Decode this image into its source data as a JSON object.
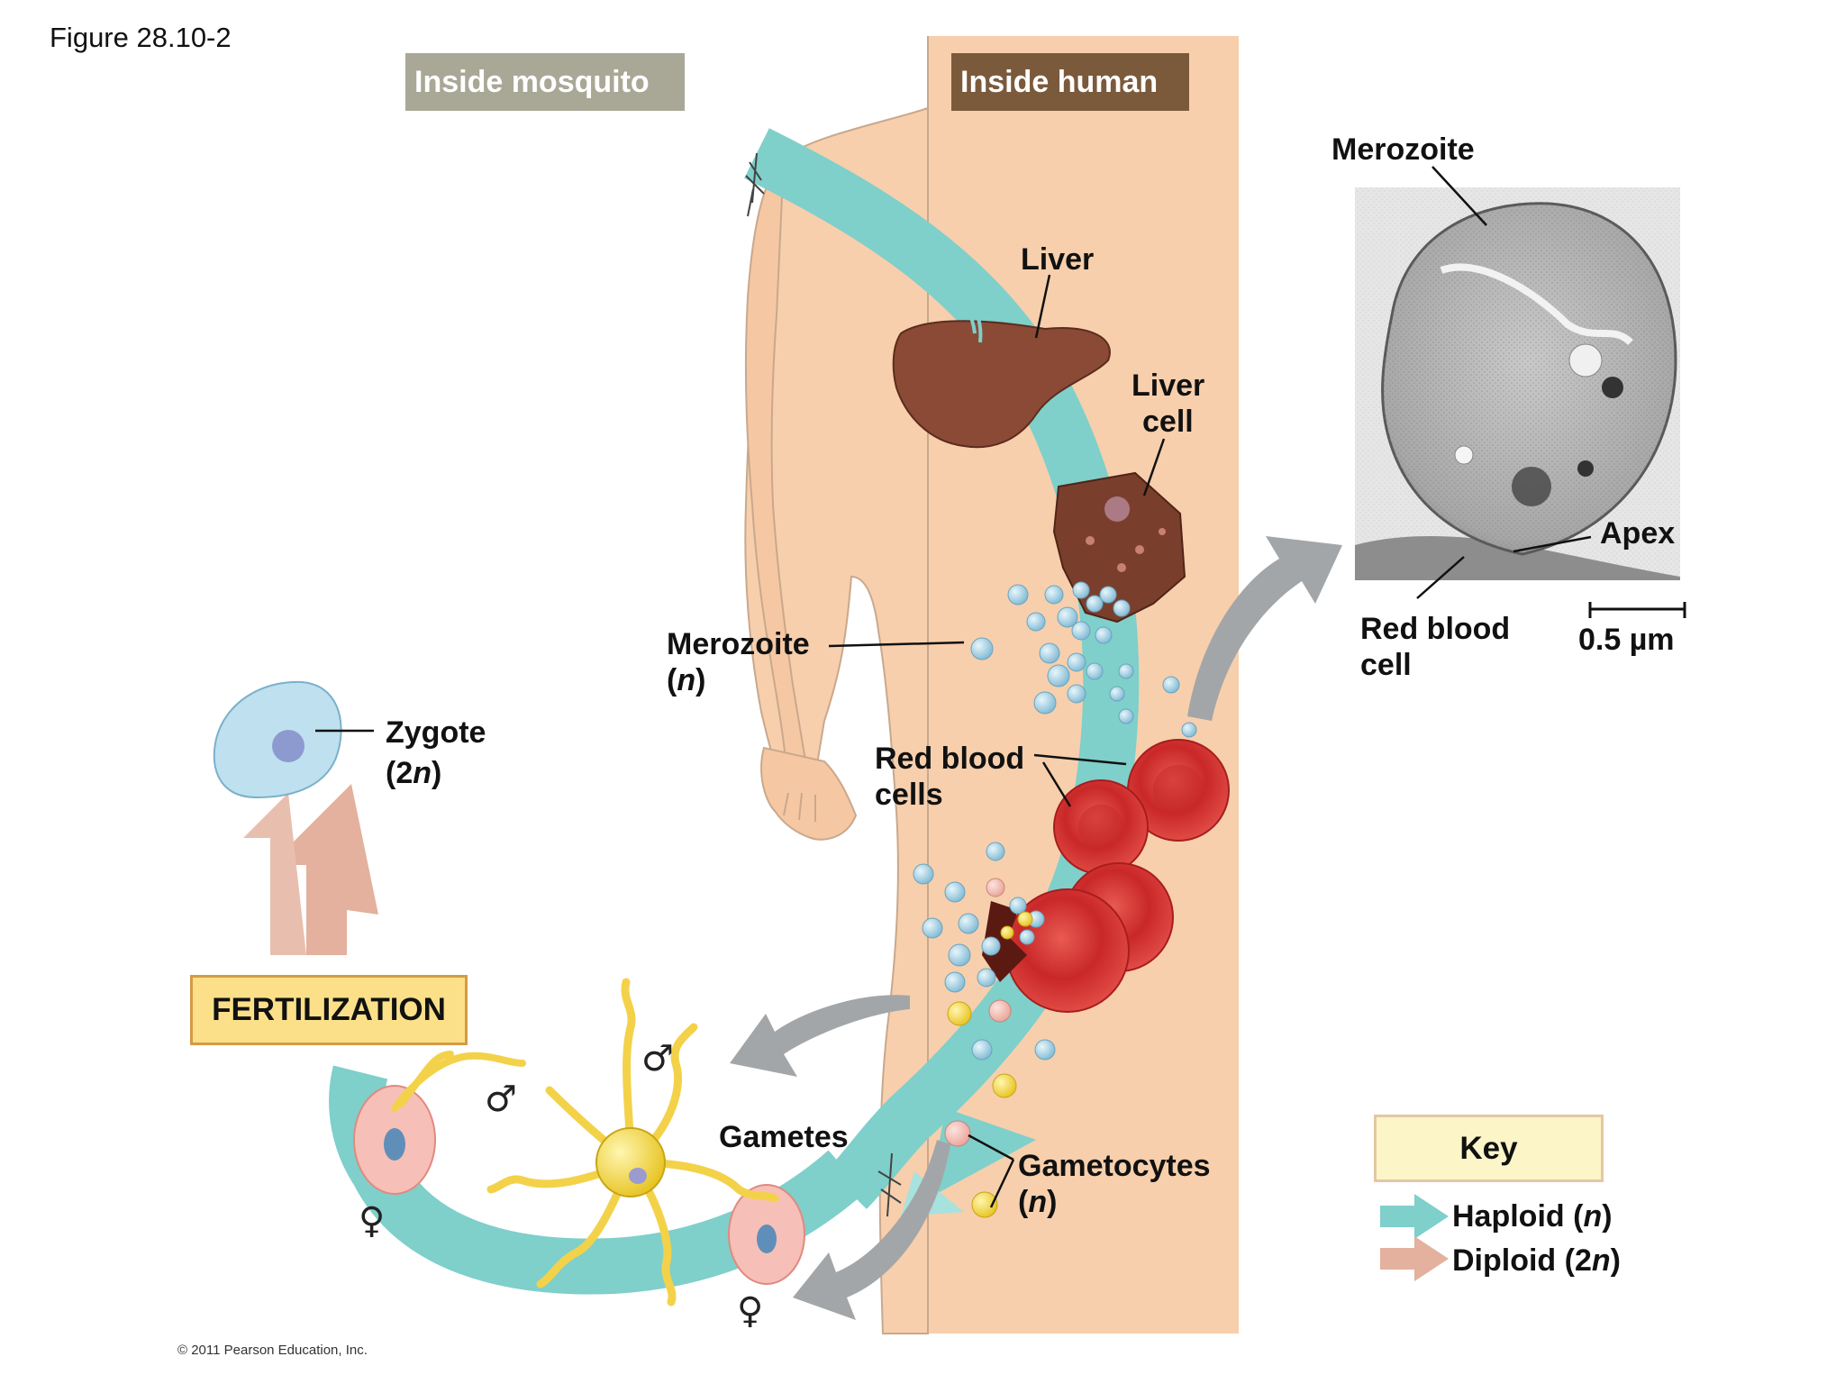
{
  "figure": {
    "title": "Figure 28.10-2",
    "copyright": "© 2011 Pearson Education, Inc."
  },
  "headers": {
    "mosquito": "Inside mosquito",
    "human": "Inside human"
  },
  "labels": {
    "liver": "Liver",
    "liver_cell_1": "Liver",
    "liver_cell_2": "cell",
    "merozoite_prefix": "Merozoite",
    "merozoite_open": "(",
    "merozoite_n": "n",
    "merozoite_close": ")",
    "rbc_1": "Red blood",
    "rbc_2": "cells",
    "zygote": "Zygote",
    "zygote_open": "(2",
    "zygote_n": "n",
    "zygote_close": ")",
    "fertilization": "FERTILIZATION",
    "gametes": "Gametes",
    "gametocytes": "Gametocytes",
    "gametocytes_open": "(",
    "gametocytes_n": "n",
    "gametocytes_close": ")",
    "male_symbol": "♂",
    "female_symbol": "♀"
  },
  "micrograph": {
    "merozoite": "Merozoite",
    "apex": "Apex",
    "rbc_1": "Red blood",
    "rbc_2": "cell",
    "scale": "0.5 µm"
  },
  "key": {
    "title": "Key",
    "haploid_text": "Haploid (",
    "haploid_n": "n",
    "haploid_close": ")",
    "diploid_text": "Diploid (2",
    "diploid_n": "n",
    "diploid_close": ")"
  },
  "colors": {
    "haploid": "#7fcfcb",
    "diploid": "#e3b19d",
    "skin": "#f7cfac",
    "liver": "#8a4a36",
    "rbc": "#d83b3b",
    "header_mosquito": "#a9a897",
    "header_human": "#7b5a3c",
    "fertilization_box": "#fbe089",
    "key_box": "#fcf5c8"
  }
}
